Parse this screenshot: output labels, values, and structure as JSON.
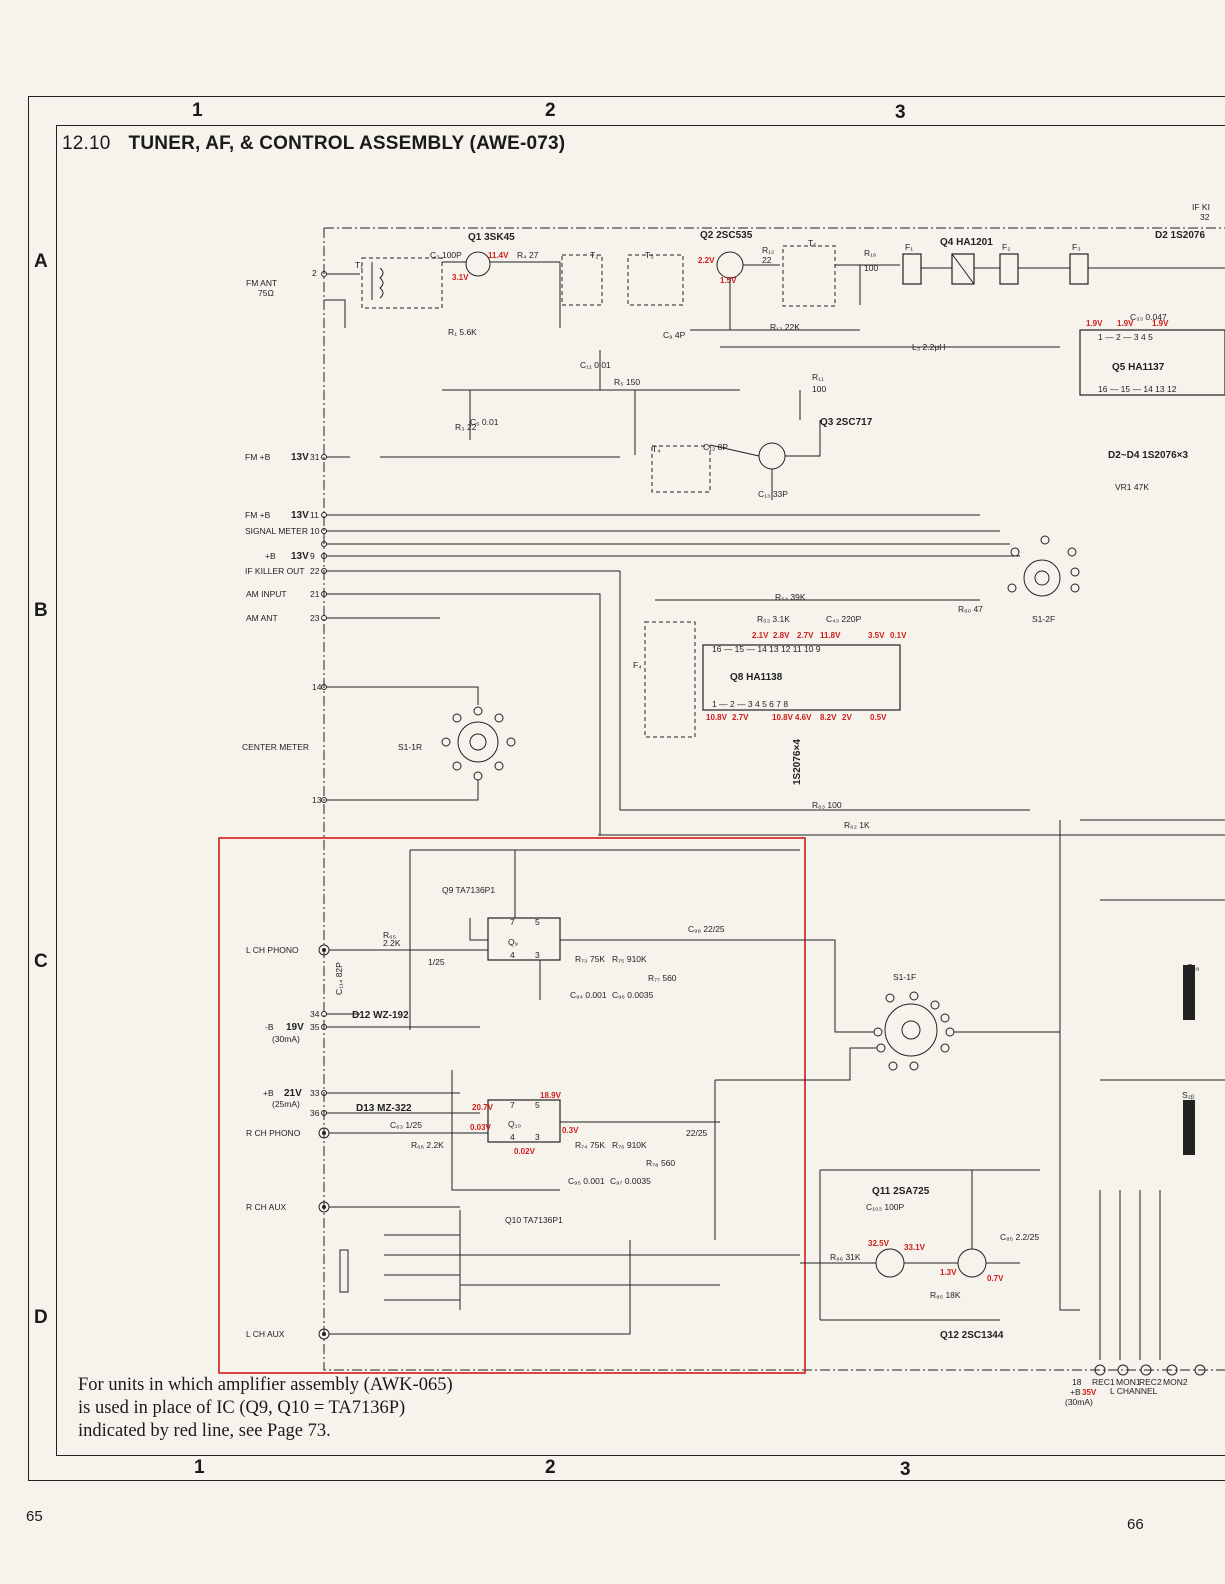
{
  "section": {
    "number": "12.10",
    "title": "TUNER, AF, & CONTROL ASSEMBLY (AWE-073)"
  },
  "grid": {
    "columns": [
      "1",
      "2",
      "3"
    ],
    "rows": [
      "A",
      "B",
      "C",
      "D"
    ]
  },
  "pages": {
    "left": "65",
    "right": "66"
  },
  "note": {
    "lines": [
      "For units in which amplifier assembly (AWK-065)",
      "is used in place of IC (Q9, Q10 = TA7136P)",
      "indicated by red line, see Page 73."
    ]
  },
  "terminals": [
    {
      "label": "FM ANT",
      "sub": "75Ω",
      "pin": "2"
    },
    {
      "label": "FM +B",
      "value": "13V",
      "pin": "31"
    },
    {
      "label": "FM +B",
      "value": "13V",
      "pin": "11"
    },
    {
      "label": "SIGNAL METER",
      "pin": "10"
    },
    {
      "label": "+B",
      "value": "13V",
      "pin": "9"
    },
    {
      "label": "IF KILLER OUT",
      "pin": "22"
    },
    {
      "label": "AM INPUT",
      "pin": "21"
    },
    {
      "label": "AM ANT",
      "pin": "23"
    },
    {
      "label": "CENTER METER",
      "pin": "14"
    },
    {
      "label": "L CH PHONO",
      "pin": ""
    },
    {
      "label": "-B",
      "value": "19V",
      "sub": "(30mA)",
      "pin": "35"
    },
    {
      "label": "+B",
      "value": "21V",
      "sub": "(25mA)",
      "pin": "33"
    },
    {
      "label": "R CH PHONO",
      "pin": ""
    },
    {
      "label": "R CH AUX",
      "pin": ""
    },
    {
      "label": "L CH AUX",
      "pin": ""
    }
  ],
  "components": {
    "q1": "Q1 3SK45",
    "q2": "Q2 2SC535",
    "q3": "Q3 2SC717",
    "q4": "Q4 HA1201",
    "q5": "Q5 HA1137",
    "q8": "Q8 HA1138",
    "q9": "Q9 TA7136P1",
    "q10": "Q10 TA7136P1",
    "q11": "Q11 2SA725",
    "q12": "Q12 2SC1344",
    "d2": "D2 1S2076",
    "d2d4": "D2~D4 1S2076×3",
    "d6": "1S2076×4",
    "d12": "D12 WZ-192",
    "d13": "D13 MZ-322",
    "s1r": "S1-1R",
    "s1f": "S1-1F",
    "s2f": "S1-2F",
    "vr1": "VR1 47K"
  },
  "voltages_red": [
    "11.4V",
    "3.1V",
    "2.2V",
    "1.5V",
    "1.9V",
    "1.9V",
    "1.9V",
    "2.1V",
    "2.8V",
    "2.7V",
    "11.8V",
    "3.5V",
    "0.1V",
    "10.8V",
    "2.7V",
    "10.8V",
    "4.6V",
    "8.2V",
    "2V",
    "0.5V",
    "18.9V",
    "20.7V",
    "0.03V",
    "0.02V",
    "0.3V",
    "32.5V",
    "33.1V",
    "1.3V",
    "0.7V",
    "35V"
  ],
  "bottom_connector": {
    "pin": "18",
    "supply": "+B 35V",
    "current": "(30mA)",
    "labels": [
      "REC1",
      "MON1",
      "REC2",
      "MON2"
    ],
    "channel": "L CHANNEL"
  },
  "highlight_color": "#d21c1c"
}
